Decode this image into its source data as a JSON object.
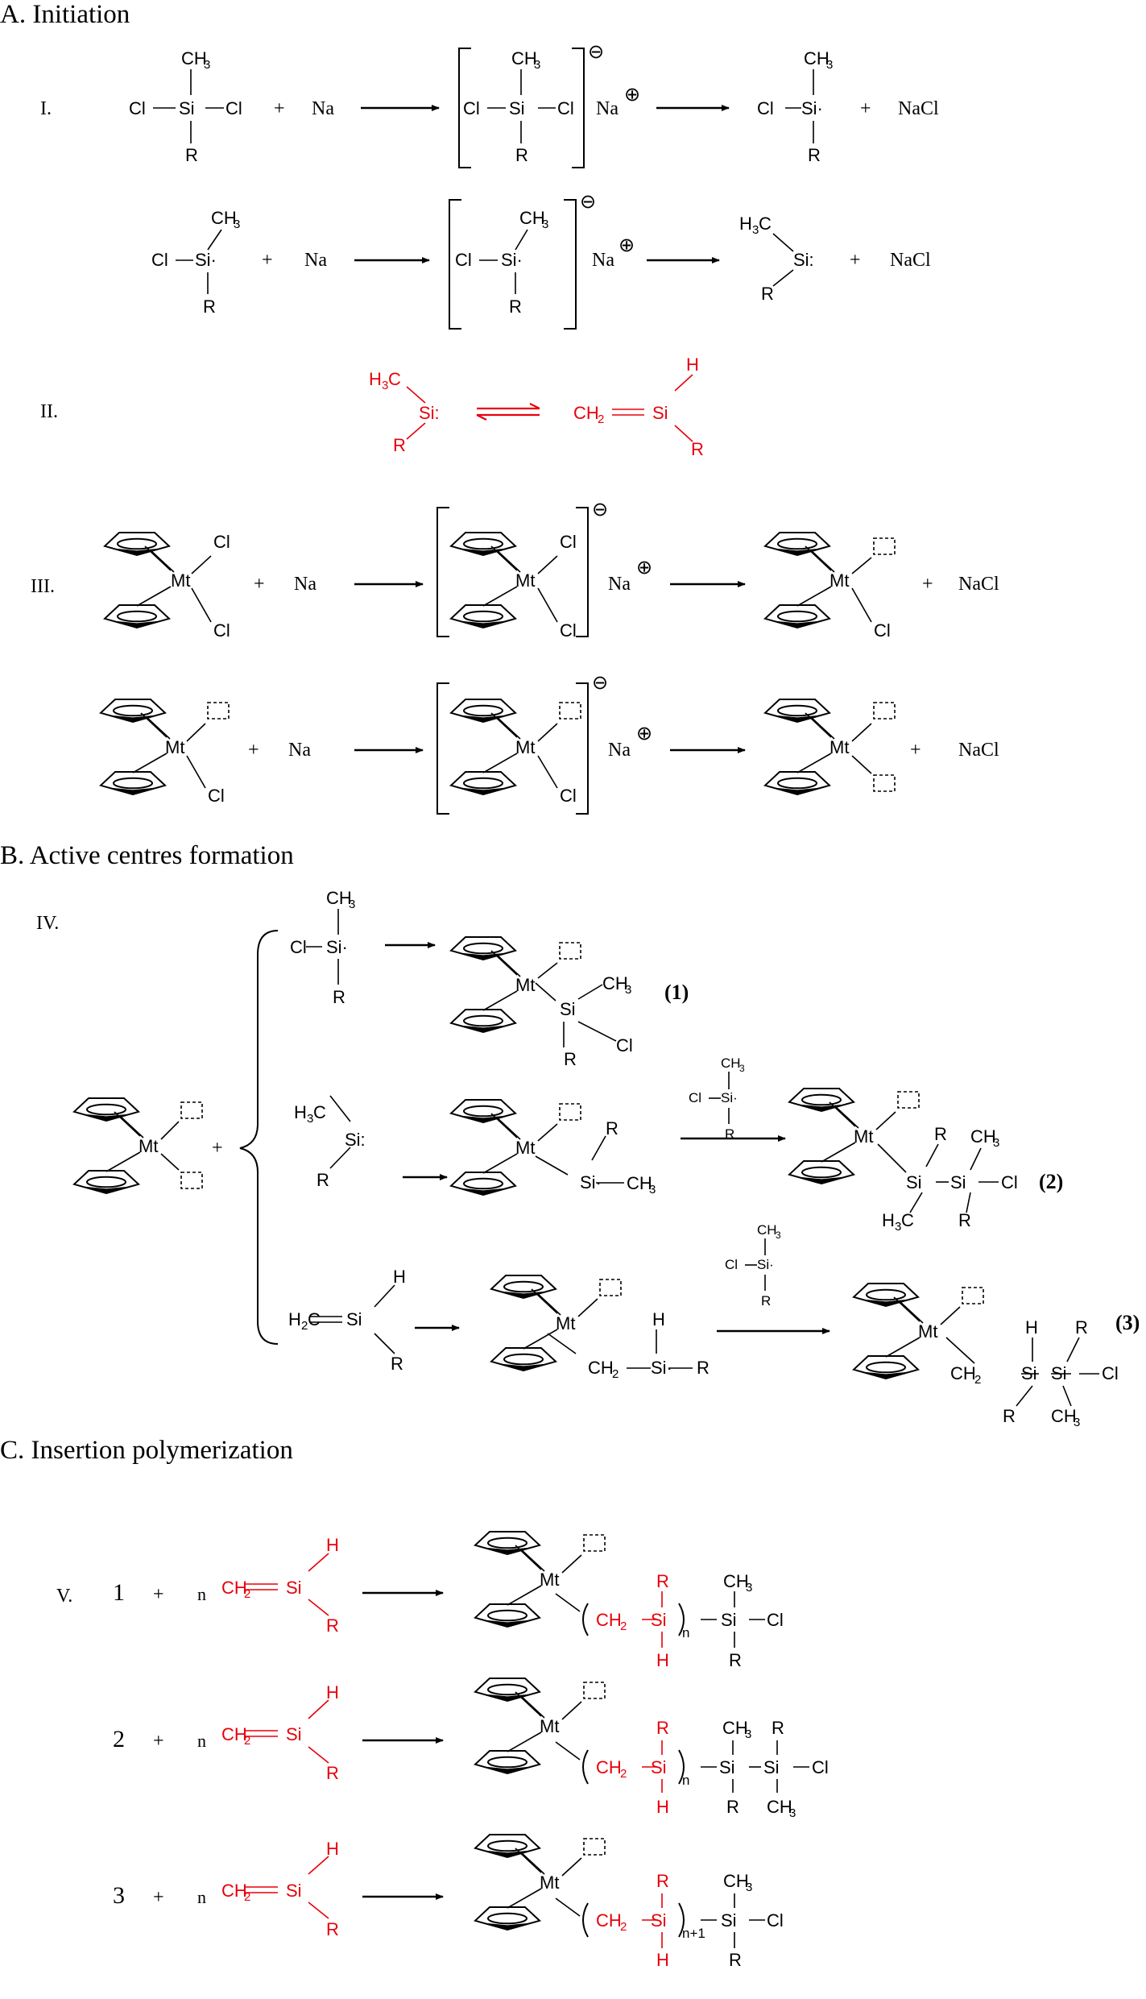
{
  "colors": {
    "black": "#000000",
    "red": "#e8000b"
  },
  "sections": {
    "a": "A. Initiation",
    "b": "B. Active centres formation",
    "c": "C. Insertion polymerization"
  },
  "roman": {
    "i": "I.",
    "ii": "II.",
    "iii": "III.",
    "iv": "IV.",
    "v": "V."
  },
  "atoms": {
    "si": "Si",
    "si_rad": "Si·",
    "si_carb": "Si:",
    "cl": "Cl",
    "r": "R",
    "h": "H",
    "ch3": "CH",
    "h3c": "H",
    "c": "C",
    "ch2": "CH",
    "h2c": "H",
    "mt": "Mt",
    "na": "Na",
    "nacl": "NaCl",
    "sub2": "2",
    "sub3": "3"
  },
  "symbols": {
    "plus": "+",
    "minus": "⊖",
    "plus_circ": "⊕",
    "n": "n",
    "n1": "n+1"
  },
  "labels": {
    "one": "1",
    "two": "2",
    "three": "3"
  },
  "compound_labels": {
    "c1": "(1)",
    "c2": "(2)",
    "c3": "(3)"
  }
}
